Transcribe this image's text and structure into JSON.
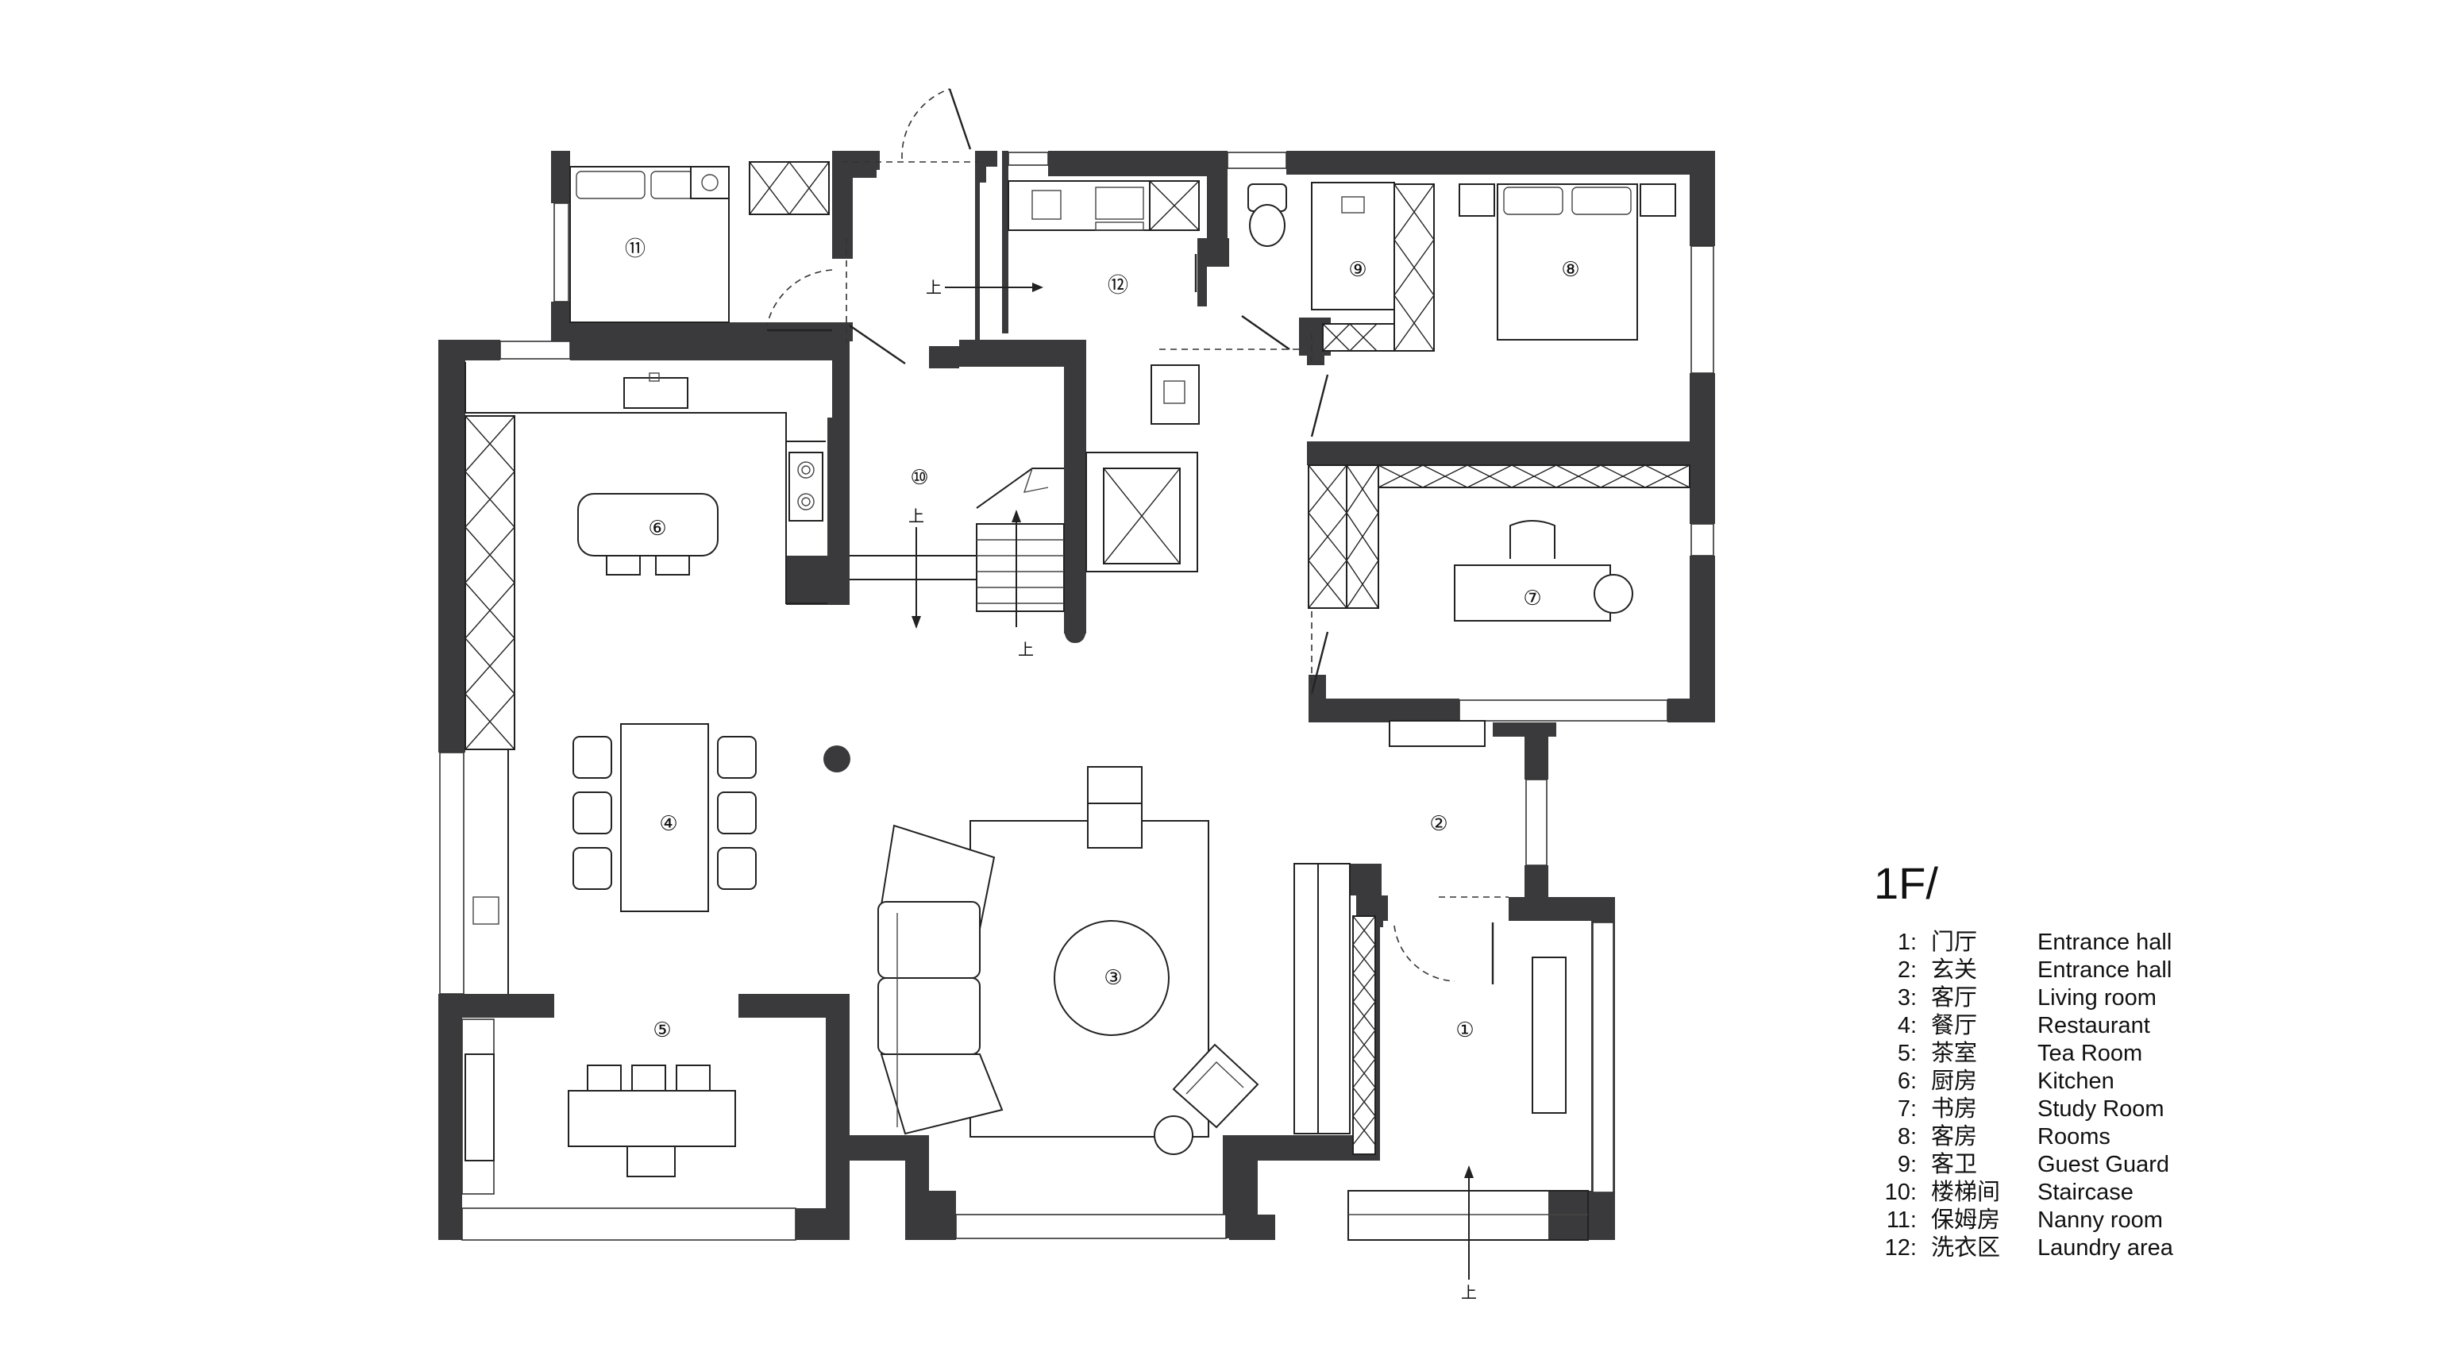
{
  "floor_label": "1F/",
  "rooms": [
    {
      "num": "1",
      "symbol": "①",
      "zh": "门厅",
      "en": "Entrance hall"
    },
    {
      "num": "2",
      "symbol": "②",
      "zh": "玄关",
      "en": "Entrance hall"
    },
    {
      "num": "3",
      "symbol": "③",
      "zh": "客厅",
      "en": "Living room"
    },
    {
      "num": "4",
      "symbol": "④",
      "zh": "餐厅",
      "en": "Restaurant"
    },
    {
      "num": "5",
      "symbol": "⑤",
      "zh": "茶室",
      "en": "Tea Room"
    },
    {
      "num": "6",
      "symbol": "⑥",
      "zh": "厨房",
      "en": "Kitchen"
    },
    {
      "num": "7",
      "symbol": "⑦",
      "zh": "书房",
      "en": "Study Room"
    },
    {
      "num": "8",
      "symbol": "⑧",
      "zh": "客房",
      "en": "Rooms"
    },
    {
      "num": "9",
      "symbol": "⑨",
      "zh": "客卫",
      "en": "Guest Guard"
    },
    {
      "num": "10",
      "symbol": "⑩",
      "zh": "楼梯间",
      "en": "Staircase"
    },
    {
      "num": "11",
      "symbol": "⑪",
      "zh": "保姆房",
      "en": "Nanny room"
    },
    {
      "num": "12",
      "symbol": "⑫",
      "zh": "洗衣区",
      "en": "Laundry area"
    }
  ],
  "legend": [
    {
      "num": "1:",
      "zh": "门厅",
      "en": "Entrance hall"
    },
    {
      "num": "2:",
      "zh": "玄关",
      "en": "Entrance hall"
    },
    {
      "num": "3:",
      "zh": "客厅",
      "en": "Living room"
    },
    {
      "num": "4:",
      "zh": "餐厅",
      "en": "Restaurant"
    },
    {
      "num": "5:",
      "zh": "茶室",
      "en": "Tea Room"
    },
    {
      "num": "6:",
      "zh": "厨房",
      "en": "Kitchen"
    },
    {
      "num": "7:",
      "zh": "书房",
      "en": "Study Room"
    },
    {
      "num": "8:",
      "zh": "客房",
      "en": "Rooms"
    },
    {
      "num": "9:",
      "zh": "客卫",
      "en": "Guest Guard"
    },
    {
      "num": "10:",
      "zh": "楼梯间",
      "en": "Staircase"
    },
    {
      "num": "11:",
      "zh": "保姆房",
      "en": "Nanny room"
    },
    {
      "num": "12:",
      "zh": "洗衣区",
      "en": "Laundry area"
    }
  ],
  "up_label": "上",
  "colors": {
    "wall": "#3a3a3c",
    "line": "#222222",
    "background": "#ffffff"
  }
}
